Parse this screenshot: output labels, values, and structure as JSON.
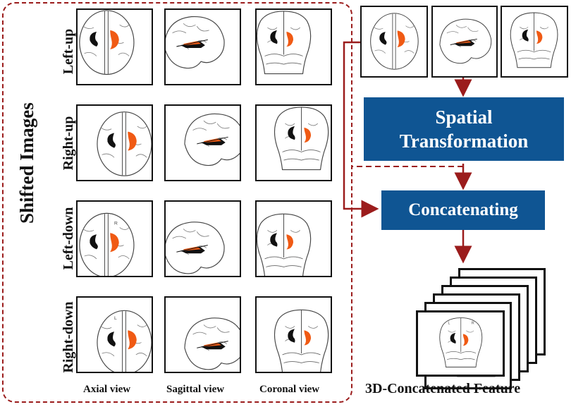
{
  "dashed_group": {
    "title": "Shifted Images",
    "rows": [
      "Left-up",
      "Right-up",
      "Left-down",
      "Right-down"
    ],
    "columns": [
      "Axial view",
      "Sagittal view",
      "Coronal view"
    ]
  },
  "pipeline": {
    "step1": [
      "Spatial",
      "Transformation"
    ],
    "step2": "Concatenating",
    "output_label": "3D-Concatenated Feature"
  },
  "colors": {
    "accent_dark_red": "#9b1c1c",
    "box_blue": "#0f5593",
    "lesion_orange": "#f05a14",
    "lesion_black": "#111111"
  },
  "orientation_markers": {
    "left": "L",
    "right": "R"
  }
}
